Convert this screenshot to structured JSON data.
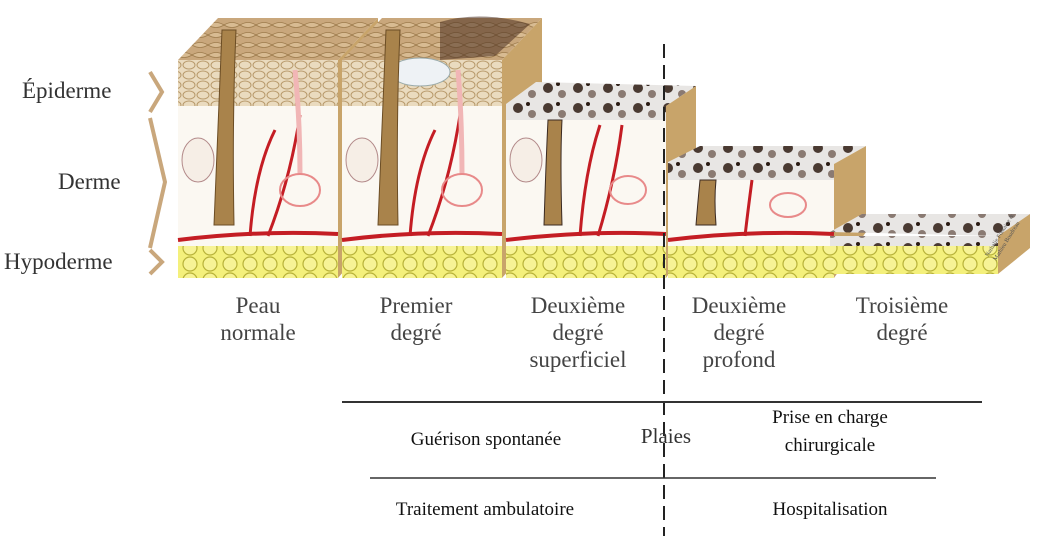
{
  "layers": {
    "epidermis": "Épiderme",
    "dermis": "Derme",
    "hypodermis": "Hypoderme"
  },
  "stages": [
    {
      "line1": "Peau",
      "line2": "normale",
      "line3": ""
    },
    {
      "line1": "Premier",
      "line2": "degré",
      "line3": ""
    },
    {
      "line1": "Deuxième",
      "line2": "degré",
      "line3": "superficiel"
    },
    {
      "line1": "Deuxième",
      "line2": "degré",
      "line3": "profond"
    },
    {
      "line1": "Troisième",
      "line2": "degré",
      "line3": ""
    }
  ],
  "table": {
    "spontaneous_healing": "Guérison spontanée",
    "wounds": "Plaies",
    "surgical_line1": "Prise en charge",
    "surgical_line2": "chirurgicale",
    "outpatient": "Traitement ambulatoire",
    "hospitalisation": "Hospitalisation"
  },
  "signature": "Nathalie Fontaine & Mathieu Boudreau",
  "colors": {
    "epidermis_top": "#c9a77c",
    "epidermis_cells": "#e8d8bc",
    "dermis": "#fbf8f2",
    "hair": "#8a6a3c",
    "vessel": "#c41d24",
    "fat": "#f2ee6a",
    "fat_line": "#b8b23a",
    "burn": "#3a2a22",
    "divider": "#333333"
  }
}
